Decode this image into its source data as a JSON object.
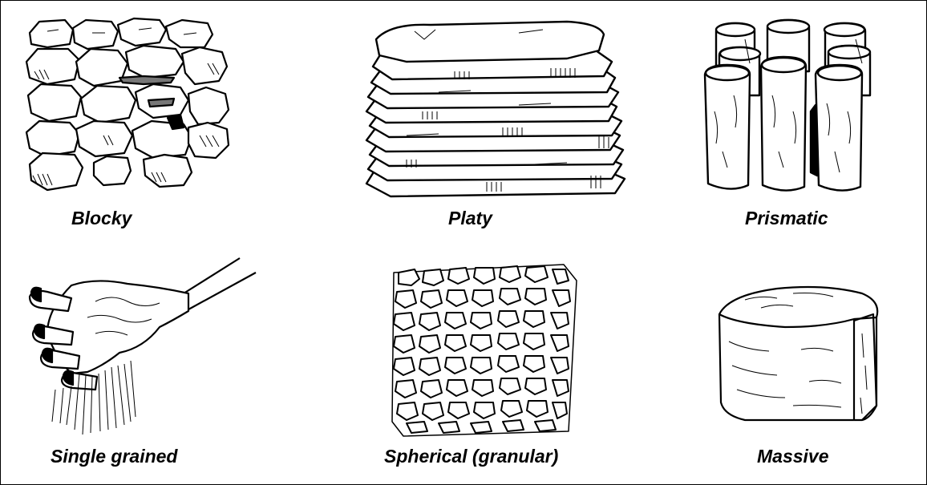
{
  "labels": {
    "blocky": "Blocky",
    "platy": "Platy",
    "prismatic": "Prismatic",
    "single_grained": "Single grained",
    "spherical": "Spherical (granular)",
    "massive": "Massive"
  },
  "icons": {
    "blocky": "blocky-structure-illustration",
    "platy": "platy-structure-illustration",
    "prismatic": "prismatic-structure-illustration",
    "single_grained": "single-grained-hand-illustration",
    "spherical": "spherical-granular-structure-illustration",
    "massive": "massive-structure-illustration"
  },
  "colors": {
    "ink": "#000000",
    "paper": "#ffffff",
    "shade": "#777777"
  }
}
